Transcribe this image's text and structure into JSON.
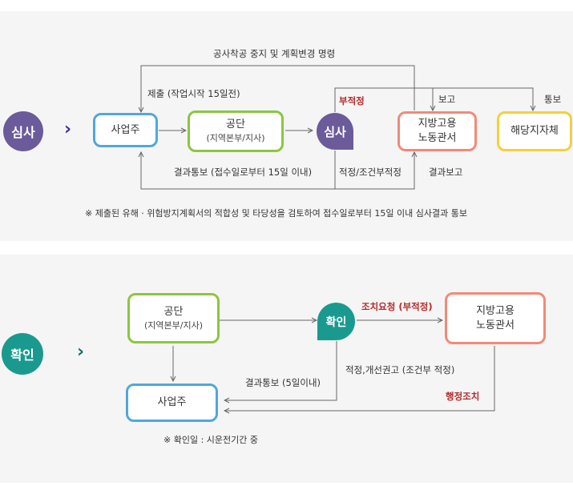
{
  "colors": {
    "panel_bg": "#f5f5f5",
    "purple": "#6b5b9a",
    "teal": "#1a9a8f",
    "chevron_purple": "#3b3596",
    "chevron_teal": "#1a6e6a",
    "blue_border": "#4fa8db",
    "green_border": "#8cc63f",
    "salmon_border": "#f28a78",
    "yellow_border": "#f5d03a",
    "line": "#666666",
    "red_text": "#b32b2b"
  },
  "section1": {
    "badge": "심사",
    "nodes": {
      "employer": "사업주",
      "agency_title": "공단",
      "agency_sub": "(지역본부/지사)",
      "review": "심사",
      "labor_office": [
        "지방고용",
        "노동관서"
      ],
      "local_gov": "해당지자체"
    },
    "labels": {
      "top_order": "공사착공 중지 및 계획변경 명령",
      "submit": "제출 (작업시작 15일전)",
      "unfit": "부적정",
      "report": "보고",
      "notify": "통보",
      "result_notify": "결과통보 (접수일로부터 15일 이내)",
      "fit": "적정/조건부적정",
      "result_report": "결과보고"
    },
    "note": "※  제출된 유해 · 위험방지계획서의 적합성 및 타당성을 검토하여 접수일로부터 15일 이내 심사결과 통보"
  },
  "section2": {
    "badge": "확인",
    "nodes": {
      "agency_title": "공단",
      "agency_sub": "(지역본부/지사)",
      "confirm": "확인",
      "labor_office": [
        "지방고용",
        "노동관서"
      ],
      "employer": "사업주"
    },
    "labels": {
      "correction": "조치요청 (부적정)",
      "fit": "적정,개선권고 (조건부 적정)",
      "result_notify": "결과통보 (5일이내)",
      "admin_action": "행정조치"
    },
    "note": "※ 확인일 : 시운전기간 중"
  }
}
